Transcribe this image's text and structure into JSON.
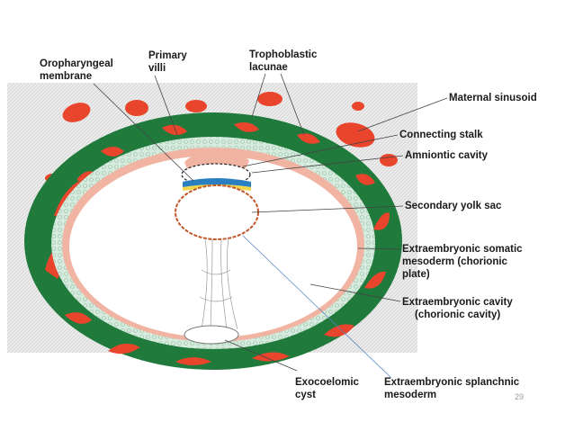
{
  "labels": {
    "oropharyngeal_1": "Oropharyngeal",
    "oropharyngeal_2": "membrane",
    "primary_villi_1": "Primary",
    "primary_villi_2": "villi",
    "trophoblastic_lacunae_1": "Trophoblastic",
    "trophoblastic_lacunae_2": "lacunae",
    "maternal_sinusoid": "Maternal sinusoid",
    "connecting_stalk": "Connecting stalk",
    "amniotic_cavity": "Amniontic cavity",
    "secondary_yolk_sac": "Secondary  yolk sac",
    "somatic_mesoderm_1": "Extraembryonic somatic",
    "somatic_mesoderm_2": "mesoderm (chorionic",
    "somatic_mesoderm_3": "plate)",
    "extraembryonic_cavity_1": "Extraembryonic  cavity",
    "extraembryonic_cavity_2": "(chorionic cavity)",
    "exocoelomic_cyst_1": "Exocoelomic",
    "exocoelomic_cyst_2": "cyst",
    "splanchnic_mesoderm_1": "Extraembryonic splanchnic",
    "splanchnic_mesoderm_2": "mesoderm"
  },
  "page_number": "29",
  "colors": {
    "trophoblast_red": "#e8452c",
    "cytotrophoblast_green": "#2e8b4a",
    "mesoderm_pale": "#cfe6d8",
    "mesoderm_pink": "#f3b6a6",
    "epiblast_blue": "#2a7fc0",
    "hypoblast_yellow": "#f2d64a",
    "decidua_grey": "#dedede"
  }
}
